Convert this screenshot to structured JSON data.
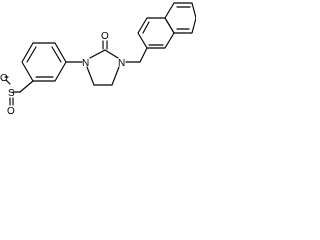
{
  "molecule": {
    "atom_labels": {
      "sulfonyl_o_left": "O",
      "sulfonyl_s": "S",
      "sulfonyl_o_bottom": "O",
      "urea_n_left": "N",
      "urea_n_right": "N",
      "carbonyl_o": "O"
    },
    "colors": {
      "bond": "#000000",
      "label": "#000000",
      "background": "#ffffff"
    }
  }
}
